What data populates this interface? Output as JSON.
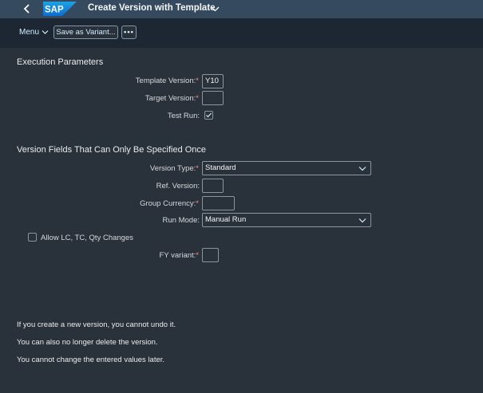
{
  "header": {
    "logo": "SAP",
    "title": "Create Version with Template"
  },
  "toolbar": {
    "menu_label": "Menu",
    "save_variant_label": "Save as Variant...",
    "more_label": "•••"
  },
  "execution": {
    "title": "Execution Parameters",
    "template_version_label": "Template Version:",
    "template_version_value": "Y10",
    "target_version_label": "Target Version:",
    "target_version_value": "",
    "test_run_label": "Test Run:",
    "test_run_checked": true
  },
  "version_fields": {
    "title": "Version Fields That Can Only Be Specified Once",
    "version_type_label": "Version Type:",
    "version_type_value": "Standard",
    "ref_version_label": "Ref. Version:",
    "ref_version_value": "",
    "group_currency_label": "Group Currency:",
    "group_currency_value": "",
    "run_mode_label": "Run Mode:",
    "run_mode_value": "Manual Run",
    "allow_changes_label": "Allow LC, TC, Qty Changes",
    "allow_changes_checked": false,
    "fy_variant_label": "FY variant:",
    "fy_variant_value": ""
  },
  "notes": [
    "If you create a new version, you cannot undo it.",
    "You can also no longer delete the version.",
    "You cannot change the entered values later."
  ],
  "colors": {
    "shell_bar": "#354a5f",
    "toolbar": "#1d2733",
    "background": "#29313a",
    "required": "#ff8888",
    "link_text": "#d1efff"
  }
}
